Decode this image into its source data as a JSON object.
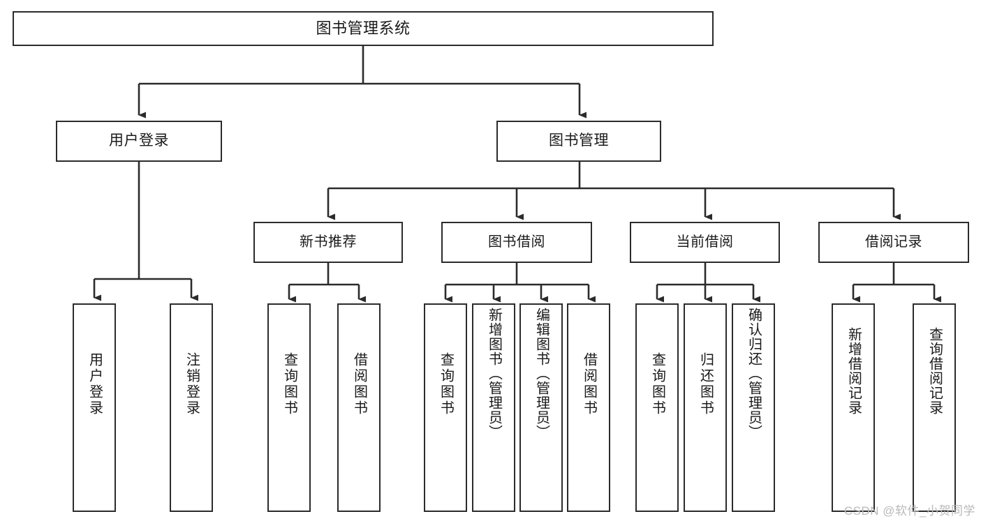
{
  "diagram": {
    "title": "图书管理系统",
    "type": "hierarchy-tree",
    "watermark": "CSDN @软件_小贺同学",
    "colors": {
      "node_border": "#2b2b2b",
      "node_fill": "#ffffff",
      "edge": "#2b2b2b",
      "text": "#1a1a1a",
      "watermark": "#b9b9b9",
      "background": "#ffffff"
    },
    "nodes": {
      "root": {
        "label": "图书管理系统"
      },
      "level1": [
        {
          "id": "user-login",
          "label": "用户登录"
        },
        {
          "id": "book-management",
          "label": "图书管理"
        }
      ],
      "level2": [
        {
          "id": "new-book-recommend",
          "label": "新书推荐"
        },
        {
          "id": "book-borrow",
          "label": "图书借阅"
        },
        {
          "id": "current-borrow",
          "label": "当前借阅"
        },
        {
          "id": "borrow-record",
          "label": "借阅记录"
        }
      ],
      "leaves": {
        "user_login": [
          {
            "id": "leaf-user-login",
            "label": "用户登录"
          },
          {
            "id": "leaf-logout",
            "label": "注销登录"
          }
        ],
        "new_book_recommend": [
          {
            "id": "leaf-query-book-1",
            "label": "查询图书"
          },
          {
            "id": "leaf-borrow-book-1",
            "label": "借阅图书"
          }
        ],
        "book_borrow": [
          {
            "id": "leaf-query-book-2",
            "label": "查询图书"
          },
          {
            "id": "leaf-add-book",
            "label": "新增图书（管理员）"
          },
          {
            "id": "leaf-edit-book",
            "label": "编辑图书（管理员）"
          },
          {
            "id": "leaf-borrow-book-2",
            "label": "借阅图书"
          }
        ],
        "current_borrow": [
          {
            "id": "leaf-query-book-3",
            "label": "查询图书"
          },
          {
            "id": "leaf-return-book",
            "label": "归还图书"
          },
          {
            "id": "leaf-confirm-return",
            "label": "确认归还（管理员）"
          }
        ],
        "borrow_record": [
          {
            "id": "leaf-add-record",
            "label": "新增借阅记录"
          },
          {
            "id": "leaf-query-record",
            "label": "查询借阅记录"
          }
        ]
      }
    }
  }
}
